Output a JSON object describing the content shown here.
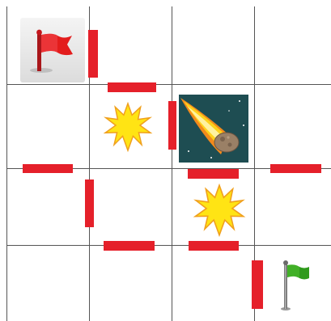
{
  "board": {
    "rows": 4,
    "cols": 4,
    "grid_color": "#555555",
    "wall_color": "#e5202a",
    "background": "#ffffff"
  },
  "start": {
    "row": 0,
    "col": 0,
    "icon": "red-flag-icon",
    "color": "#e31c1c"
  },
  "goal": {
    "row": 3,
    "col": 3,
    "icon": "green-flag-icon",
    "color": "#2f9a1c"
  },
  "hazards": [
    {
      "type": "meteor",
      "icon": "meteor-icon",
      "row": 1,
      "col": 2
    },
    {
      "type": "explosion",
      "icon": "explosion-icon",
      "row": 1,
      "col": 1,
      "color": "#ffe414"
    },
    {
      "type": "explosion",
      "icon": "explosion-icon",
      "row": 2,
      "col": 2,
      "color": "#ffe414"
    }
  ],
  "walls": [
    {
      "orientation": "vertical",
      "between": [
        [
          0,
          0
        ],
        [
          0,
          1
        ]
      ]
    },
    {
      "orientation": "horizontal",
      "between": [
        [
          0,
          1
        ],
        [
          1,
          1
        ]
      ]
    },
    {
      "orientation": "vertical",
      "between": [
        [
          1,
          1
        ],
        [
          1,
          2
        ]
      ]
    },
    {
      "orientation": "horizontal",
      "between": [
        [
          1,
          0
        ],
        [
          2,
          0
        ]
      ]
    },
    {
      "orientation": "horizontal",
      "between": [
        [
          1,
          2
        ],
        [
          2,
          2
        ]
      ]
    },
    {
      "orientation": "horizontal",
      "between": [
        [
          1,
          3
        ],
        [
          2,
          3
        ]
      ]
    },
    {
      "orientation": "vertical",
      "between": [
        [
          2,
          0
        ],
        [
          2,
          1
        ]
      ]
    },
    {
      "orientation": "horizontal",
      "between": [
        [
          2,
          1
        ],
        [
          3,
          1
        ]
      ]
    },
    {
      "orientation": "horizontal",
      "between": [
        [
          2,
          2
        ],
        [
          3,
          2
        ]
      ]
    },
    {
      "orientation": "vertical",
      "between": [
        [
          3,
          2
        ],
        [
          3,
          3
        ]
      ]
    }
  ]
}
